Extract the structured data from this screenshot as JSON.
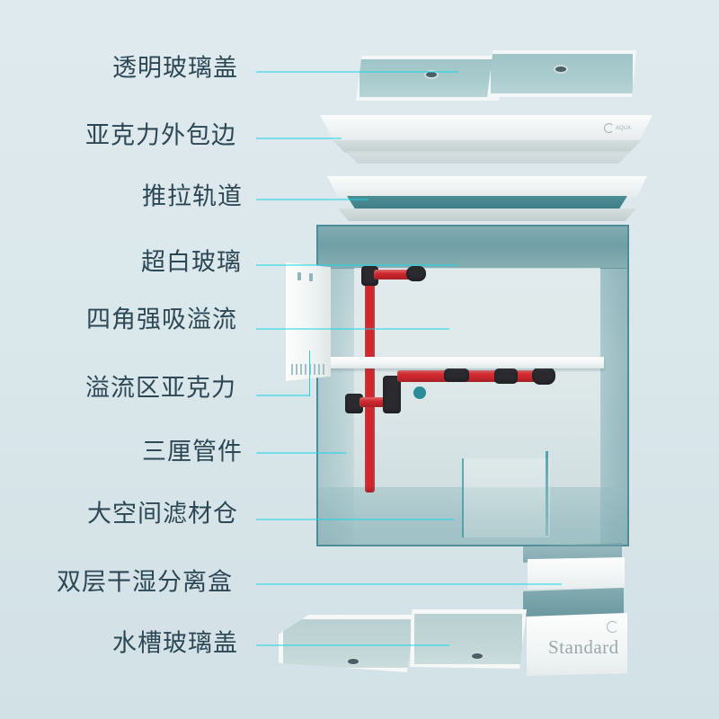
{
  "page": {
    "background_color": "#dce8ec",
    "label_color": "#2d4854",
    "leader_color": "#17d5e6"
  },
  "labels": [
    {
      "id": "transparent-glass-lid",
      "text": "透明玻璃盖"
    },
    {
      "id": "acrylic-outer-trim",
      "text": "亚克力外包边"
    },
    {
      "id": "sliding-track",
      "text": "推拉轨道"
    },
    {
      "id": "ultra-white-glass",
      "text": "超白玻璃"
    },
    {
      "id": "four-corner-strong-overflow",
      "text": "四角强吸溢流"
    },
    {
      "id": "overflow-zone-acrylic",
      "text": "溢流区亚克力"
    },
    {
      "id": "three-mm-fittings",
      "text": "三厘管件"
    },
    {
      "id": "large-media-chamber",
      "text": "大空间滤材仓"
    },
    {
      "id": "double-layer-dry-wet-box",
      "text": "双层干湿分离盒"
    },
    {
      "id": "sump-glass-lid",
      "text": "水槽玻璃盖"
    }
  ],
  "product": {
    "brand_mark_text": "AQUA",
    "sump_box_label": "Standard",
    "pipe_color": "#d1282e",
    "fitting_color": "#2b2b2f",
    "glass_tint": "#6f9fa6",
    "acrylic_color": "#f6f8f8"
  }
}
